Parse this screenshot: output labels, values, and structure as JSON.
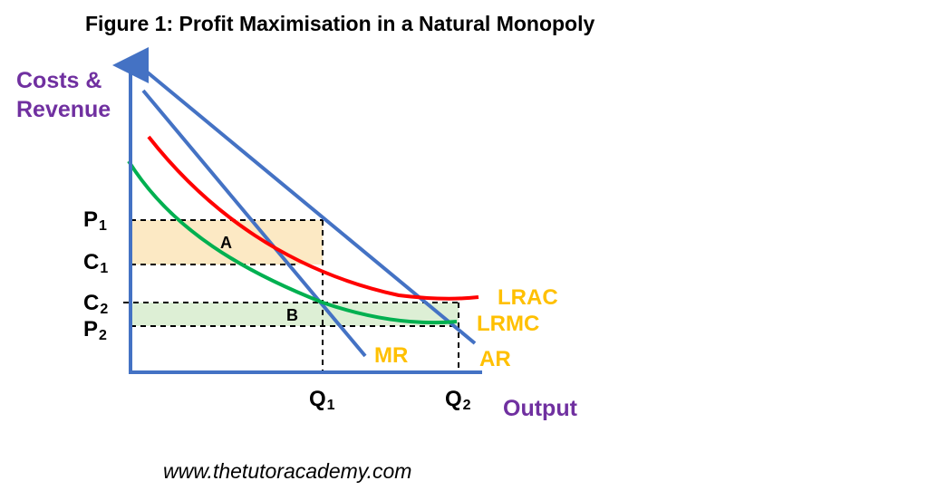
{
  "title": "Figure 1: Profit Maximisation in a Natural Monopoly",
  "axes": {
    "y_label_line1": "Costs &",
    "y_label_line2": "Revenue",
    "x_label": "Output"
  },
  "ticks": {
    "y": [
      {
        "letter": "P",
        "sub": "1"
      },
      {
        "letter": "C",
        "sub": "1"
      },
      {
        "letter": "C",
        "sub": "2"
      },
      {
        "letter": "P",
        "sub": "2"
      }
    ],
    "x": [
      {
        "letter": "Q",
        "sub": "1"
      },
      {
        "letter": "Q",
        "sub": "2"
      }
    ]
  },
  "curves": {
    "lrac": "LRAC",
    "lrmc": "LRMC",
    "mr": "MR",
    "ar": "AR"
  },
  "areas": {
    "a": "A",
    "b": "B"
  },
  "footer": "www.thetutoracademy.com",
  "colors": {
    "axis": "#4472C4",
    "demand_lines": "#4472C4",
    "lrac": "#FF0000",
    "lrmc": "#00B050",
    "curve_labels": "#FFC000",
    "axis_labels": "#7030A0",
    "area_a_fill": "#FCE9C4",
    "area_b_fill": "#DDEFD5"
  }
}
